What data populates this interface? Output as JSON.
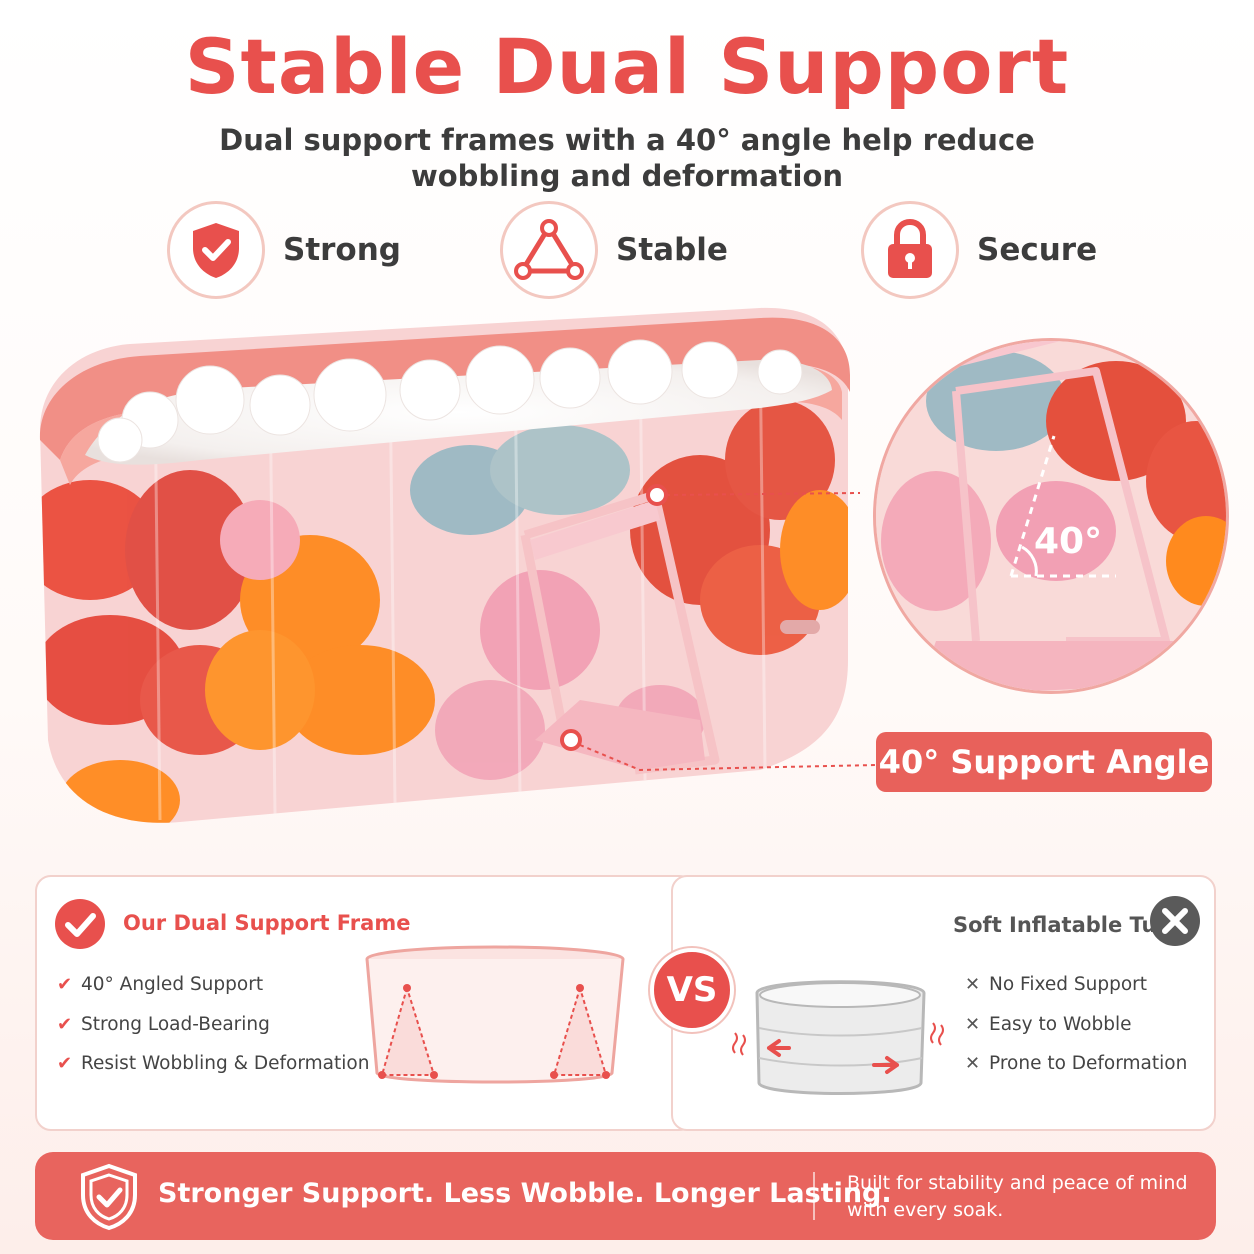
{
  "header": {
    "title": "Stable Dual Support",
    "subtitle_line1": "Dual support frames with a 40° angle help reduce",
    "subtitle_line2": "wobbling and deformation"
  },
  "features": [
    {
      "label": "Strong",
      "icon": "shield-check-icon"
    },
    {
      "label": "Stable",
      "icon": "triangle-icon"
    },
    {
      "label": "Secure",
      "icon": "padlock-icon"
    }
  ],
  "zoom": {
    "angle_label": "40°",
    "tag": "40° Support Angle"
  },
  "comparison": {
    "vs": "VS",
    "ours": {
      "title": "Our Dual Support Frame",
      "items": [
        "40° Angled Support",
        "Strong Load-Bearing",
        "Resist Wobbling & Deformation"
      ]
    },
    "theirs": {
      "title": "Soft Inflatable Tub",
      "items": [
        "No Fixed Support",
        "Easy to Wobble",
        "Prone to Deformation"
      ]
    }
  },
  "footer": {
    "tagline": "Stronger Support. Less Wobble. Longer Lasting.",
    "side_line1": "Built for stability and peace of mind",
    "side_line2": "with every soak."
  },
  "colors": {
    "accent": "#e8504d",
    "accent_soft": "#e8645e",
    "text_dark": "#3c3c3c",
    "muted_gray": "#5a5a5a"
  }
}
